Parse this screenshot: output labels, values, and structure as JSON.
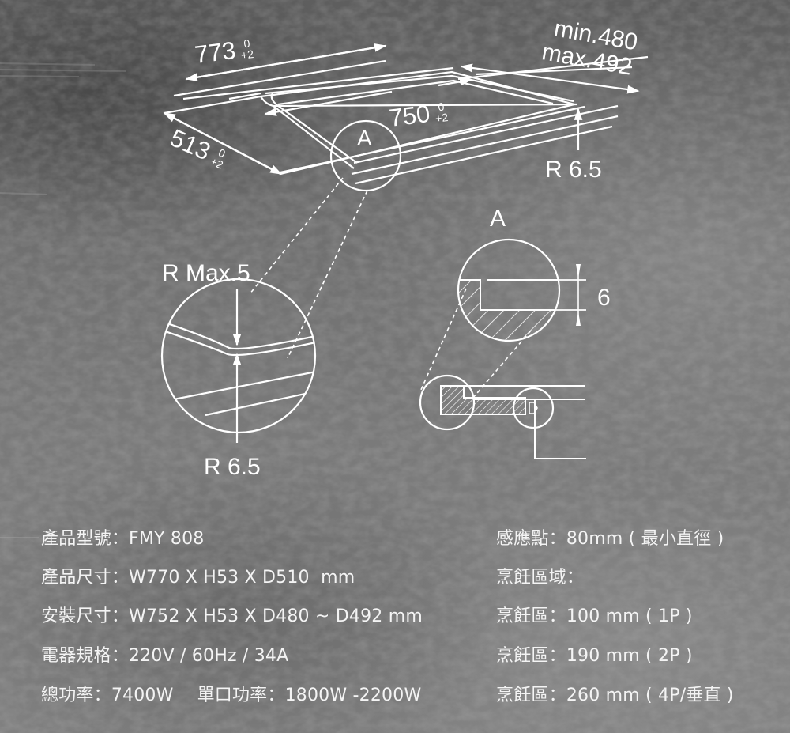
{
  "diagram": {
    "overview": {
      "width_outer_label": "773",
      "width_outer_tol_upper": "0",
      "width_outer_tol_lower": "+2",
      "width_inner_label": "750",
      "width_inner_tol_upper": "0",
      "width_inner_tol_lower": "+2",
      "depth_label": "513",
      "depth_tol_upper": "0",
      "depth_tol_lower": "+2",
      "depth_range_min": "min.480",
      "depth_range_max": "max.492",
      "corner_radius_label": "R 6.5",
      "detail_marker": "A"
    },
    "corner_detail": {
      "top_label": "R Max.5",
      "bottom_label": "R 6.5"
    },
    "section_detail": {
      "title": "A",
      "thickness_label": "6"
    }
  },
  "specs": {
    "left": [
      {
        "label": "產品型號",
        "sep": "：",
        "value": "FMY 808"
      },
      {
        "label": "產品尺寸",
        "sep": "：",
        "value": "W770 X H53 X D510  mm"
      },
      {
        "label": "安裝尺寸",
        "sep": "：",
        "value": "W752 X H53 X D480 ~ D492 mm"
      },
      {
        "label": "電器規格",
        "sep": "：",
        "value": "220V / 60Hz / 34A"
      },
      {
        "label": "總功率",
        "sep": "：",
        "value": "7400W",
        "extra_label": "單口功率",
        "extra_sep": "：",
        "extra_value": "1800W -2200W"
      }
    ],
    "right": [
      {
        "label": "感應點",
        "sep": "：",
        "value": "80mm ( 最小直徑 )"
      },
      {
        "label": "烹飪區域",
        "sep": "：",
        "value": ""
      },
      {
        "label": "烹飪區",
        "sep": "：",
        "value": "100 mm ( 1P )"
      },
      {
        "label": "烹飪區",
        "sep": "：",
        "value": "190 mm ( 2P )"
      },
      {
        "label": "烹飪區",
        "sep": "：",
        "value": "260 mm ( 4P/垂直 )"
      }
    ]
  },
  "colors": {
    "line": "#ffffff",
    "text": "#f4f4f4",
    "background": "#777777"
  }
}
